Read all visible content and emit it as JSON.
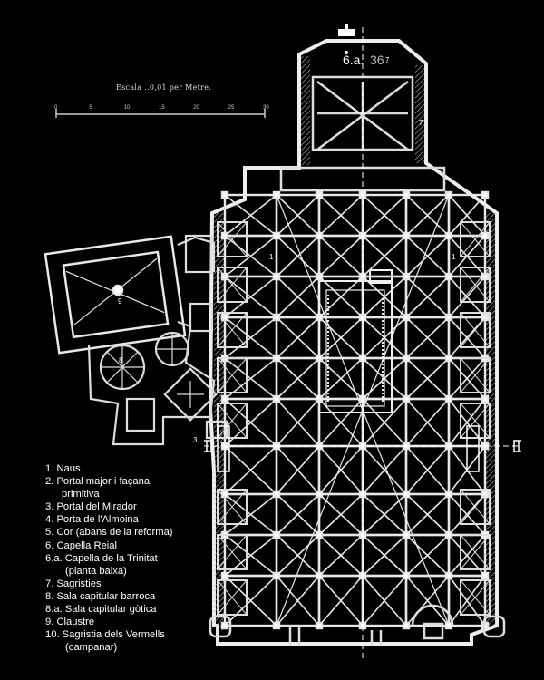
{
  "scale": {
    "title": "Escala ..0,01 per Metre.",
    "ticks": [
      "0",
      "5",
      "10",
      "15",
      "20",
      "25",
      "30"
    ]
  },
  "tags": {
    "chapel_6a": "6.a.",
    "chapel_num": "36",
    "sacristy_7a": "7",
    "sacristy_7b": "7"
  },
  "plan_numbers": {
    "nave_left": "1",
    "nave_right": "1",
    "mirador": "3",
    "cloister": "9",
    "chapter": "8"
  },
  "legend": [
    {
      "num": "1.",
      "text": "Naus"
    },
    {
      "num": "2.",
      "text": "Portal major i façana"
    },
    {
      "num": "",
      "text": "primitiva"
    },
    {
      "num": "3.",
      "text": "Portal del Mirador"
    },
    {
      "num": "4.",
      "text": "Porta de l'Almoina"
    },
    {
      "num": "5.",
      "text": "Cor (abans de la reforma)"
    },
    {
      "num": "6.",
      "text": "Capella Reial"
    },
    {
      "num": "6.a.",
      "text": "Capella de la Trinitat"
    },
    {
      "num": "",
      "text": "(planta baixa)"
    },
    {
      "num": "7.",
      "text": "Sagristies"
    },
    {
      "num": "8.",
      "text": "Sala capitular barroca"
    },
    {
      "num": "8.a.",
      "text": "Sala capitular gòtica"
    },
    {
      "num": "9.",
      "text": "Claustre"
    },
    {
      "num": "10.",
      "text": "Sagristia dels Vermells"
    },
    {
      "num": "",
      "text": "(campanar)"
    }
  ]
}
